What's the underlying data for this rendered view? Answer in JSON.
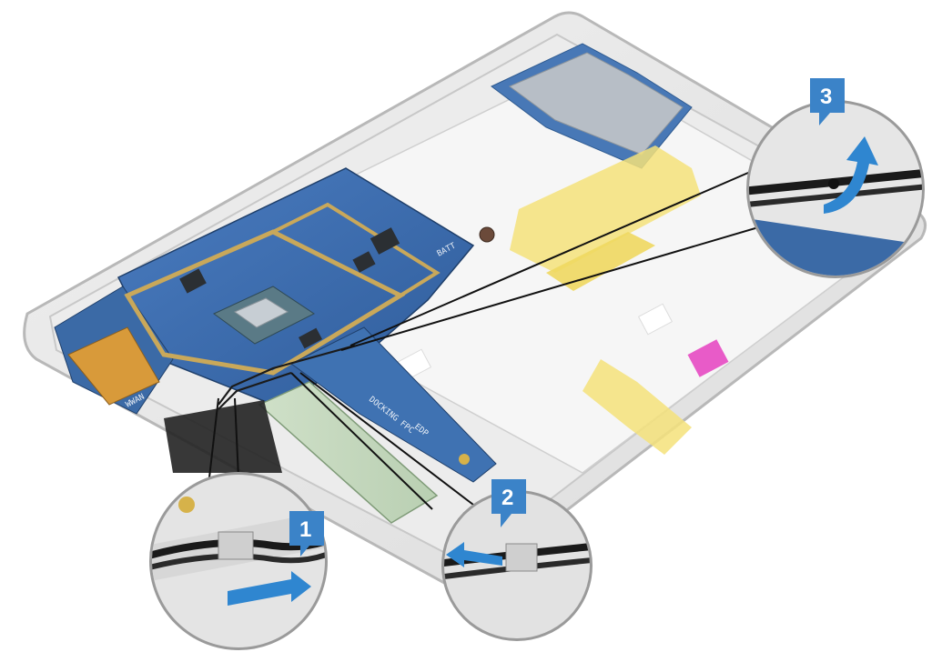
{
  "figure": {
    "description_alt": "Tablet internal view with WWAN and SSD cable callouts",
    "board_labels": {
      "wwan": "WWAN",
      "batt": "BATT",
      "docking": "DOCKING FPC",
      "edp": "EDP"
    },
    "callouts": [
      {
        "number": "1"
      },
      {
        "number": "2"
      },
      {
        "number": "3"
      }
    ],
    "colors": {
      "callout_blue": "#3b83c8",
      "arrow_blue": "#2f86d0",
      "board_blue": "#3a6aa8",
      "gold_shield": "#c9a85a",
      "yellow_cable": "#f5e27a",
      "pink_tag": "#e85bc8",
      "chassis": "#e6e6e6"
    }
  }
}
